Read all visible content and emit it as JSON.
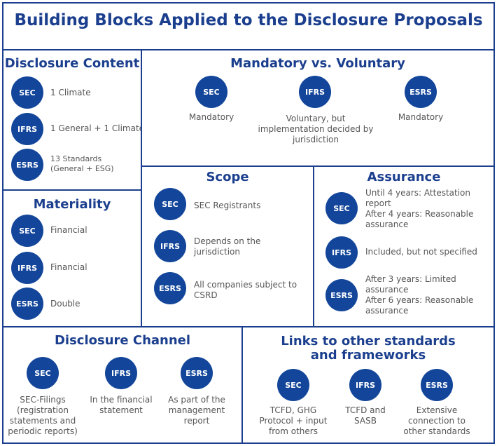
{
  "title": "Building Blocks Applied to the Disclosure Proposals",
  "sections": {
    "content": {
      "title": "Disclosure Content",
      "items": [
        {
          "label": "SEC",
          "text": "1 Climate"
        },
        {
          "label": "IFRS",
          "text": "1 General + 1 Climate"
        },
        {
          "label": "ESRS",
          "text": "13 Standards\n(General + ESG)"
        }
      ]
    },
    "mandatory": {
      "title": "Mandatory vs. Voluntary",
      "items": [
        {
          "label": "SEC",
          "text": "Mandatory"
        },
        {
          "label": "IFRS",
          "text": "Voluntary, but\nimplementation decided by\njurisdiction"
        },
        {
          "label": "ESRS",
          "text": "Mandatory"
        }
      ]
    },
    "materiality": {
      "title": "Materiality",
      "items": [
        {
          "label": "SEC",
          "text": "Financial"
        },
        {
          "label": "IFRS",
          "text": "Financial"
        },
        {
          "label": "ESRS",
          "text": "Double"
        }
      ]
    },
    "scope": {
      "title": "Scope",
      "items": [
        {
          "label": "SEC",
          "text": "SEC Registrants"
        },
        {
          "label": "IFRS",
          "text": "Depends on the\njurisdiction"
        },
        {
          "label": "ESRS",
          "text": "All companies subject to\nCSRD"
        }
      ]
    },
    "assurance": {
      "title": "Assurance",
      "items": [
        {
          "label": "SEC",
          "text": "Until 4 years: Attestation\nreport\nAfter 4 years: Reasonable\nassurance"
        },
        {
          "label": "IFRS",
          "text": "Included, but not specified"
        },
        {
          "label": "ESRS",
          "text": "After 3 years: Limited\nassurance\nAfter 6 years: Reasonable\nassurance"
        }
      ]
    },
    "channel": {
      "title": "Disclosure Channel",
      "items": [
        {
          "label": "SEC",
          "text": "SEC-Filings\n(registration\nstatements and\nperiodic reports)"
        },
        {
          "label": "IFRS",
          "text": "In the financial\nstatement"
        },
        {
          "label": "ESRS",
          "text": "As part of the\nmanagement\nreport"
        }
      ]
    },
    "links": {
      "title": "Links to other standards\nand frameworks",
      "items": [
        {
          "label": "SEC",
          "text": "TCFD, GHG\nProtocol + input\nfrom others"
        },
        {
          "label": "IFRS",
          "text": "TCFD and\nSASB"
        },
        {
          "label": "ESRS",
          "text": "Extensive\nconnection to\nother standards"
        }
      ]
    }
  }
}
